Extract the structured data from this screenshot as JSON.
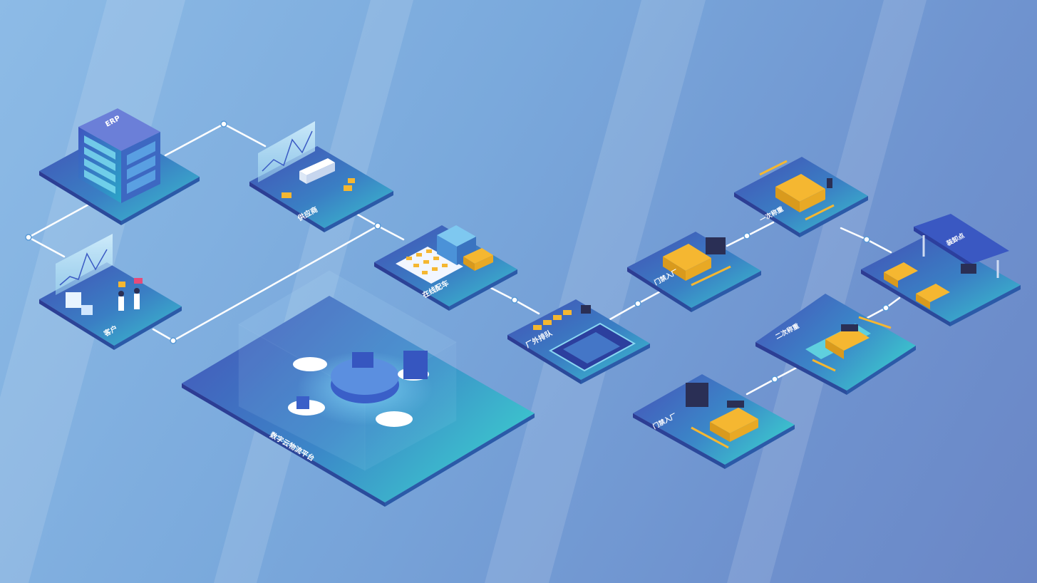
{
  "nodes": {
    "erp": {
      "label": "ERP"
    },
    "customer": {
      "label": "客户"
    },
    "supplier": {
      "label": "供应商"
    },
    "dispatch": {
      "label": "在线配车"
    },
    "queue": {
      "label": "厂外排队"
    },
    "gate_in": {
      "label": "门禁入厂"
    },
    "weigh1": {
      "label": "一次称重"
    },
    "load_station": {
      "label": "装卸点"
    },
    "weigh2": {
      "label": "二次称重"
    },
    "gate_out": {
      "label": "门禁入厂"
    },
    "platform": {
      "label": "数字云物流平台"
    }
  },
  "colors": {
    "background_start": "#8dbbe6",
    "background_end": "#6a86c6",
    "tile_dark": "#3f4fb0",
    "tile_light": "#2fb3c9",
    "connector": "#ffffff",
    "truck": "#f5b731"
  }
}
